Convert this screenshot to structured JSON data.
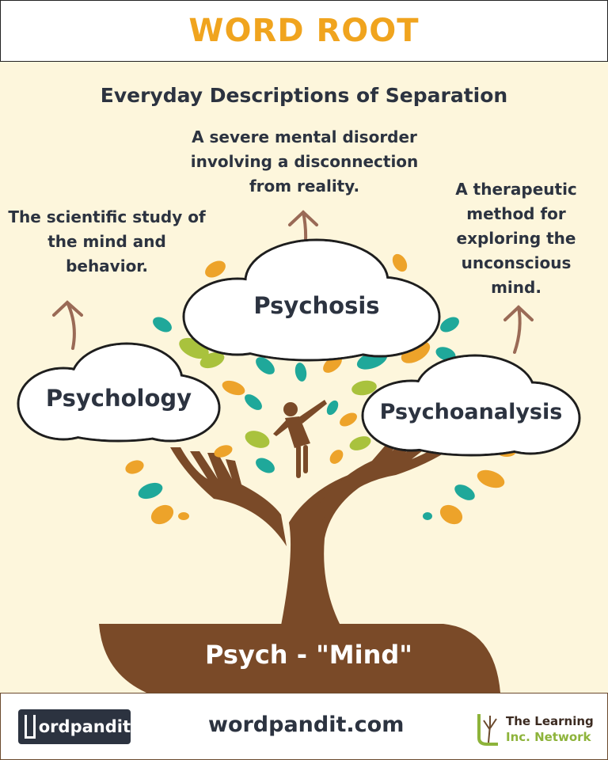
{
  "header": {
    "title": "WORD ROOT"
  },
  "subtitle": "Everyday Descriptions of Separation",
  "root": {
    "label": "Psych - \"Mind\""
  },
  "words": [
    {
      "word": "Psychology",
      "definition": "The scientific study of the mind and behavior."
    },
    {
      "word": "Psychosis",
      "definition": "A severe mental disorder involving a disconnection from reality."
    },
    {
      "word": "Psychoanalysis",
      "definition": "A therapeutic method for exploring the unconscious mind."
    }
  ],
  "footer": {
    "logo_text": "ordpandit",
    "site": "wordpandit.com",
    "partner_line1": "The Learning",
    "partner_line2": "Inc. Network"
  },
  "colors": {
    "title": "#f0a41e",
    "text": "#2c3340",
    "brown": "#7a4a28",
    "background": "#fdf6dc",
    "teal": "#1fa89a",
    "orange": "#eda32a",
    "green": "#a9c23d"
  }
}
